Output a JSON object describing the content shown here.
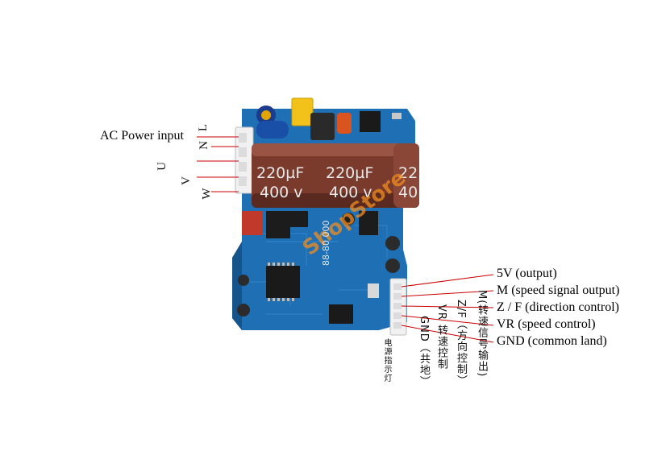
{
  "labels": {
    "ac_power_input": "AC Power input",
    "pin_L": "L",
    "pin_N": "N",
    "pin_U": "U",
    "pin_V": "V",
    "pin_W": "W",
    "out_5v": "5V (output)",
    "out_m": "M (speed signal output)",
    "out_zf": "Z / F (direction control)",
    "out_vr": "VR (speed control)",
    "out_gnd": "GND (common land)"
  },
  "board_print": {
    "cn_m": "M(转速信号输出)",
    "cn_zf": "Z/F（方向控制）",
    "cn_vr": "VR 转速控制",
    "cn_gnd": "GND（共地）",
    "cn_led": "电源指示灯",
    "pcb_code": "88-80 000",
    "cap_left_1": "220µF",
    "cap_left_2": "400 v",
    "cap_mid_1": "220µF",
    "cap_mid_2": "400 v",
    "cap_right_1": "22",
    "cap_right_2": "40"
  },
  "watermark": "ShopStore",
  "colors": {
    "label_red": "#cc0000",
    "pcb_blue": "#1f6fb5",
    "capacitor_brown": "#7a3a2c",
    "watermark_orange": "#f08c1e"
  }
}
